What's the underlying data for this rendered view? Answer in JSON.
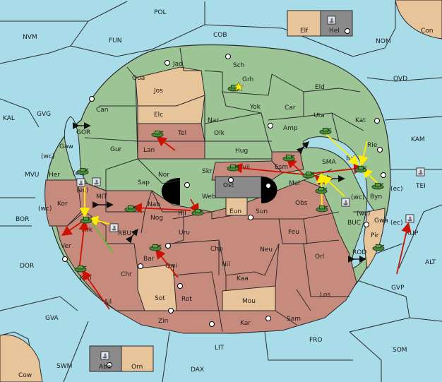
{
  "colors": {
    "sea": "#a8dce8",
    "green": "#9cc495",
    "red": "#c78b7e",
    "tan": "#e8c49a",
    "gray": "#8a8a8a",
    "move_order": "#cc1100",
    "support_order": "#ffee00",
    "green_order": "#66bb33"
  },
  "labels": {
    "POL": "POL",
    "NVM": "NVM",
    "FUN": "FUN",
    "COB": "COB",
    "NOM": "NOM",
    "Con": "Con",
    "Elf": "Elf",
    "Hel": "Hel",
    "OVD": "OVD",
    "KAL": "KAL",
    "GVG": "GVG",
    "KAM": "KAM",
    "MVU": "MVU",
    "BOR": "BOR",
    "DOR": "DOR",
    "ALT": "ALT",
    "GVP": "GVP",
    "GVA": "GVA",
    "SOM": "SOM",
    "FRO": "FRO",
    "LIT": "LIT",
    "SWM": "SWM",
    "DAX": "DAX",
    "Cow": "Cow",
    "Aba": "Aba",
    "Orn": "Orn",
    "Jad": "Jad",
    "Sch": "Sch",
    "Qua": "Qua",
    "Jos": "Jos",
    "Grh": "Grh",
    "Eld": "Eld",
    "Can": "Can",
    "Yok": "Yok",
    "Car": "Car",
    "Uta": "Uta",
    "Kat": "Kat",
    "Elc": "Elc",
    "Nar": "Nar",
    "Amp": "Amp",
    "Olk": "Olk",
    "Gaw": "Gaw",
    "GOR": "GOR",
    "Tel": "Tel",
    "Gur": "Gur",
    "Lan": "Lan",
    "Hug": "Hug",
    "Rie": "Rie",
    "Bri": "Bri",
    "Esm": "Esm",
    "SMA": "SMA",
    "Vil": "Vil",
    "Her": "Her",
    "ec": "(ec)",
    "wc": "(wc)",
    "Nor": "Nor",
    "Skr": "Skr",
    "Sap": "Sap",
    "Web": "Web",
    "Ost": "Ost",
    "Mel": "Mel",
    "Byn": "Byn",
    "TEI": "TEI",
    "Kor": "Kor",
    "MIT": "MIT",
    "Nab": "Nab",
    "Hil": "Hil",
    "Eun": "Eun",
    "Sun": "Sun",
    "Obs": "Obs",
    "BUC": "BUC",
    "Gwa": "Gwa",
    "Ark": "Ark",
    "Nog": "Nog",
    "RBU": "RBU",
    "Pir": "Pir",
    "RUP": "RUP",
    "Uru": "Uru",
    "Feu": "Feu",
    "Ver": "Ver",
    "Chp": "Chp",
    "Neu": "Neu",
    "Orl": "Orl",
    "ROD": "ROD",
    "Bar": "Bar",
    "Qwi": "Qwi",
    "Nil": "Nil",
    "Chr": "Chr",
    "Ken": "Ken",
    "Kaa": "Kaa",
    "Sot": "Sot",
    "Rot": "Rot",
    "Los": "Los",
    "Ail": "Ail",
    "Mou": "Mou",
    "Zin": "Zin",
    "Kar": "Kar",
    "Sam": "Sam"
  }
}
